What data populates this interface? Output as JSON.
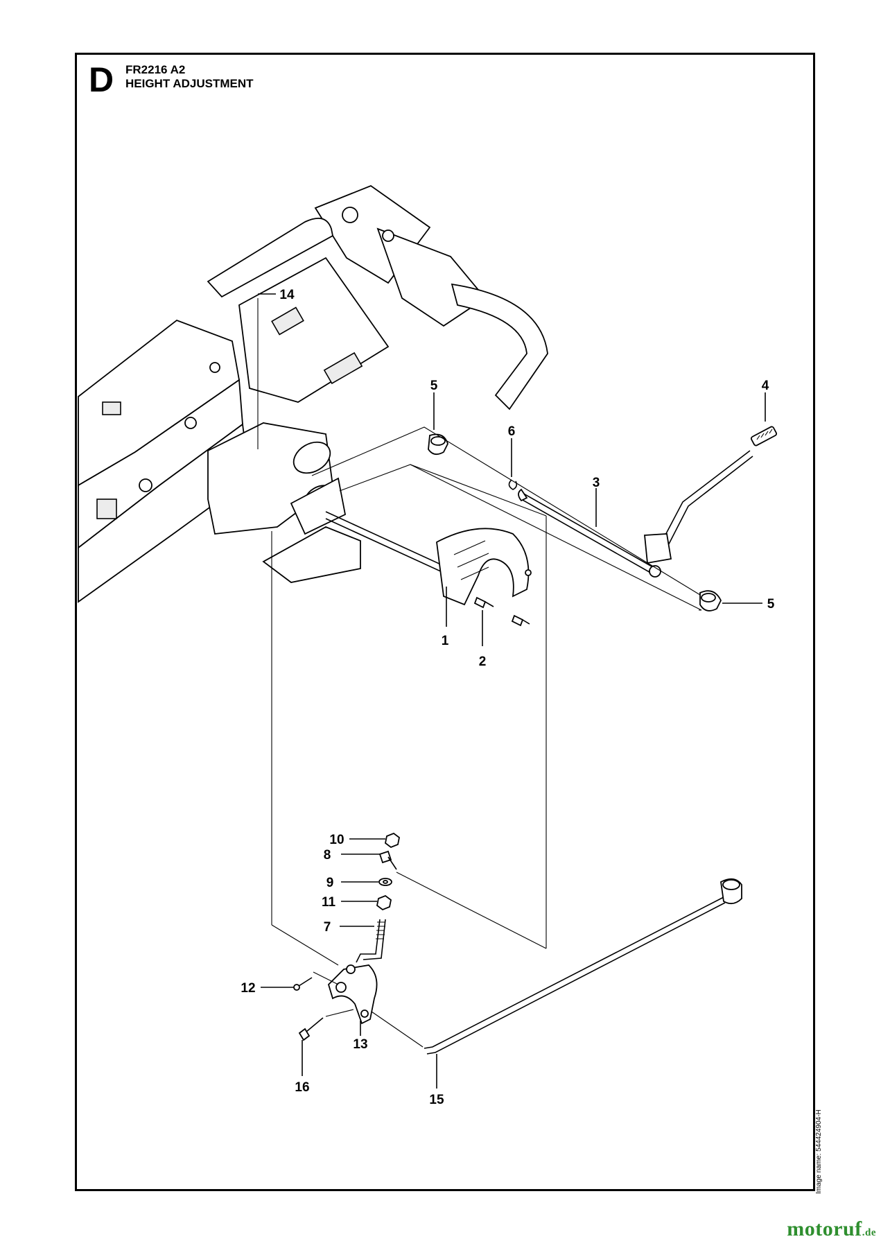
{
  "header": {
    "section_letter": "D",
    "model_code": "FR2216 A2",
    "section_title": "HEIGHT ADJUSTMENT"
  },
  "side_label": "Image name: 544424904-H",
  "watermark": {
    "brand": "motoruf",
    "tld": ".de"
  },
  "callouts": [
    {
      "id": "c1",
      "label": "1"
    },
    {
      "id": "c2",
      "label": "2"
    },
    {
      "id": "c3",
      "label": "3"
    },
    {
      "id": "c4",
      "label": "4"
    },
    {
      "id": "c5a",
      "label": "5"
    },
    {
      "id": "c5b",
      "label": "5"
    },
    {
      "id": "c6",
      "label": "6"
    },
    {
      "id": "c7",
      "label": "7"
    },
    {
      "id": "c8",
      "label": "8"
    },
    {
      "id": "c9",
      "label": "9"
    },
    {
      "id": "c10",
      "label": "10"
    },
    {
      "id": "c11",
      "label": "11"
    },
    {
      "id": "c12",
      "label": "12"
    },
    {
      "id": "c13",
      "label": "13"
    },
    {
      "id": "c14",
      "label": "14"
    },
    {
      "id": "c15",
      "label": "15"
    },
    {
      "id": "c16",
      "label": "16"
    }
  ]
}
